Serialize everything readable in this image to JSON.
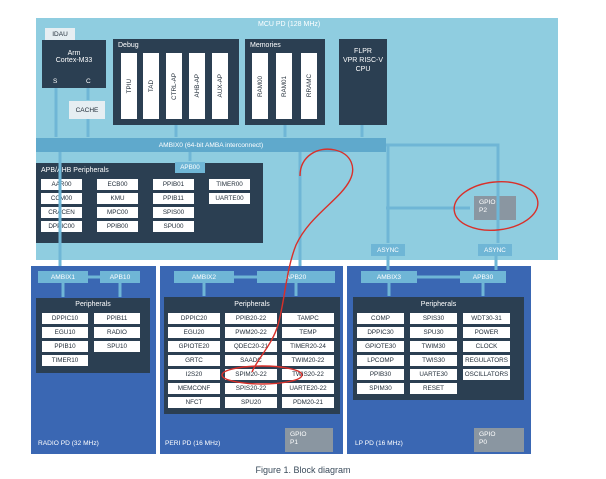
{
  "mcu_pd": {
    "title": "MCU PD (128 MHz)"
  },
  "idau": {
    "label": "IDAU"
  },
  "arm": {
    "line1": "Arm",
    "line2": "Cortex-M33",
    "s": "S",
    "c": "C"
  },
  "cache": {
    "label": "CACHE"
  },
  "debug": {
    "title": "Debug",
    "items": [
      "TPIU",
      "TAD",
      "CTRL-AP",
      "AHB-AP",
      "AUX-AP"
    ]
  },
  "memories": {
    "title": "Memories",
    "items": [
      "RAM00",
      "RAM01",
      "RRAMC"
    ]
  },
  "flpr": {
    "line1": "FLPR",
    "line2": "VPR RISC-V",
    "line3": "CPU"
  },
  "ambix0": {
    "label": "AMBIX0 (64-bit AMBA interconnect)"
  },
  "apb_ahb": {
    "title": "APB/AHB Peripherals",
    "apb00": "APB00",
    "rows": [
      [
        "AAR00",
        "ECB00",
        "PPIB01",
        "TIMER00"
      ],
      [
        "CCM00",
        "KMU",
        "PPIB11",
        "UARTE00"
      ],
      [
        "CRACEN",
        "MPC00",
        "SPIS00",
        ""
      ],
      [
        "DPPIC00",
        "PPIB00",
        "SPU00",
        ""
      ]
    ]
  },
  "gpio_p2": {
    "line1": "GPIO",
    "line2": "P2"
  },
  "async": {
    "left": "ASYNC",
    "right": "ASYNC"
  },
  "radio_pd": {
    "title": "RADIO PD (32 MHz)",
    "ambix": "AMBIX1",
    "apb": "APB10",
    "periph_title": "Peripherals",
    "rows": [
      [
        "DPPIC10",
        "PPIB11"
      ],
      [
        "EGU10",
        "RADIO"
      ],
      [
        "PPIB10",
        "SPU10"
      ],
      [
        "TIMER10",
        ""
      ]
    ]
  },
  "peri_pd": {
    "title": "PERI PD (16 MHz)",
    "ambix": "AMBIX2",
    "apb": "APB20",
    "periph_title": "Peripherals",
    "rows": [
      [
        "DPPIC20",
        "PPIB20-22",
        "TAMPC"
      ],
      [
        "EGU20",
        "PWM20-22",
        "TEMP"
      ],
      [
        "GPIOTE20",
        "QDEC20-21",
        "TIMER20-24"
      ],
      [
        "GRTC",
        "SAADC",
        "TWIM20-22"
      ],
      [
        "I2S20",
        "SPIM20-22",
        "TWIS20-22"
      ],
      [
        "MEMCONF",
        "SPIS20-22",
        "UARTE20-22"
      ],
      [
        "NFCT",
        "SPU20",
        "PDM20-21"
      ]
    ],
    "gpio_line1": "GPIO",
    "gpio_line2": "P1"
  },
  "lp_pd": {
    "title": "LP PD (16 MHz)",
    "ambix": "AMBIX3",
    "apb": "APB30",
    "periph_title": "Peripherals",
    "rows": [
      [
        "COMP",
        "SPIS30",
        "WDT30-31"
      ],
      [
        "DPPIC30",
        "SPU30",
        "POWER"
      ],
      [
        "GPIOTE30",
        "TWIM30",
        "CLOCK"
      ],
      [
        "LPCOMP",
        "TWIS30",
        "REGULATORS"
      ],
      [
        "PPIB30",
        "UARTE30",
        "OSCILLATORS"
      ],
      [
        "SPIM30",
        "RESET",
        ""
      ]
    ],
    "gpio_line1": "GPIO",
    "gpio_line2": "P0"
  },
  "caption": "Figure 1. Block diagram",
  "colors": {
    "mcu_bg": "#8fcde0",
    "dark_block": "#2b3f52",
    "pd_blue": "#3a67b3",
    "bus_light": "#6fb6d6",
    "gpio_gray": "#8a96a1",
    "annotation_red": "#d9302a"
  }
}
